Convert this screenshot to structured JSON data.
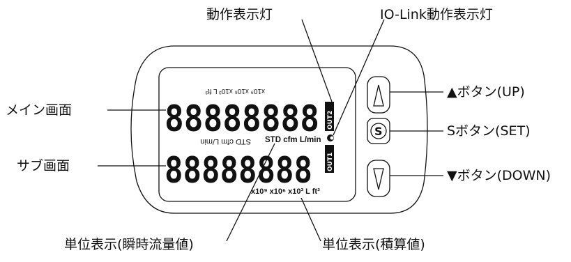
{
  "labels": {
    "operation_indicator": "動作表示灯",
    "iolink_indicator": "IO-Link動作表示灯",
    "main_screen": "メイン画面",
    "sub_screen": "サブ画面",
    "unit_flow": "単位表示(瞬時流量値)",
    "unit_accum": "単位表示(積算値)",
    "up_button": "▲ボタン(UP)",
    "set_button": "Sボタン(SET)",
    "down_button": "▼ボタン(DOWN)"
  },
  "display": {
    "main_digits": "88888888",
    "sub_digits": "88888888",
    "units_flow": "STD cfm L/min",
    "units_accum": "x10⁹ x10⁶ x10³ L ft³",
    "units_flow_mirrored": "STD cfm L/min",
    "units_accum_mirrored": "x10⁹ x10⁶ x10³ L ft³",
    "out1": "OUT1",
    "out2": "OUT2",
    "set_symbol": "S"
  }
}
